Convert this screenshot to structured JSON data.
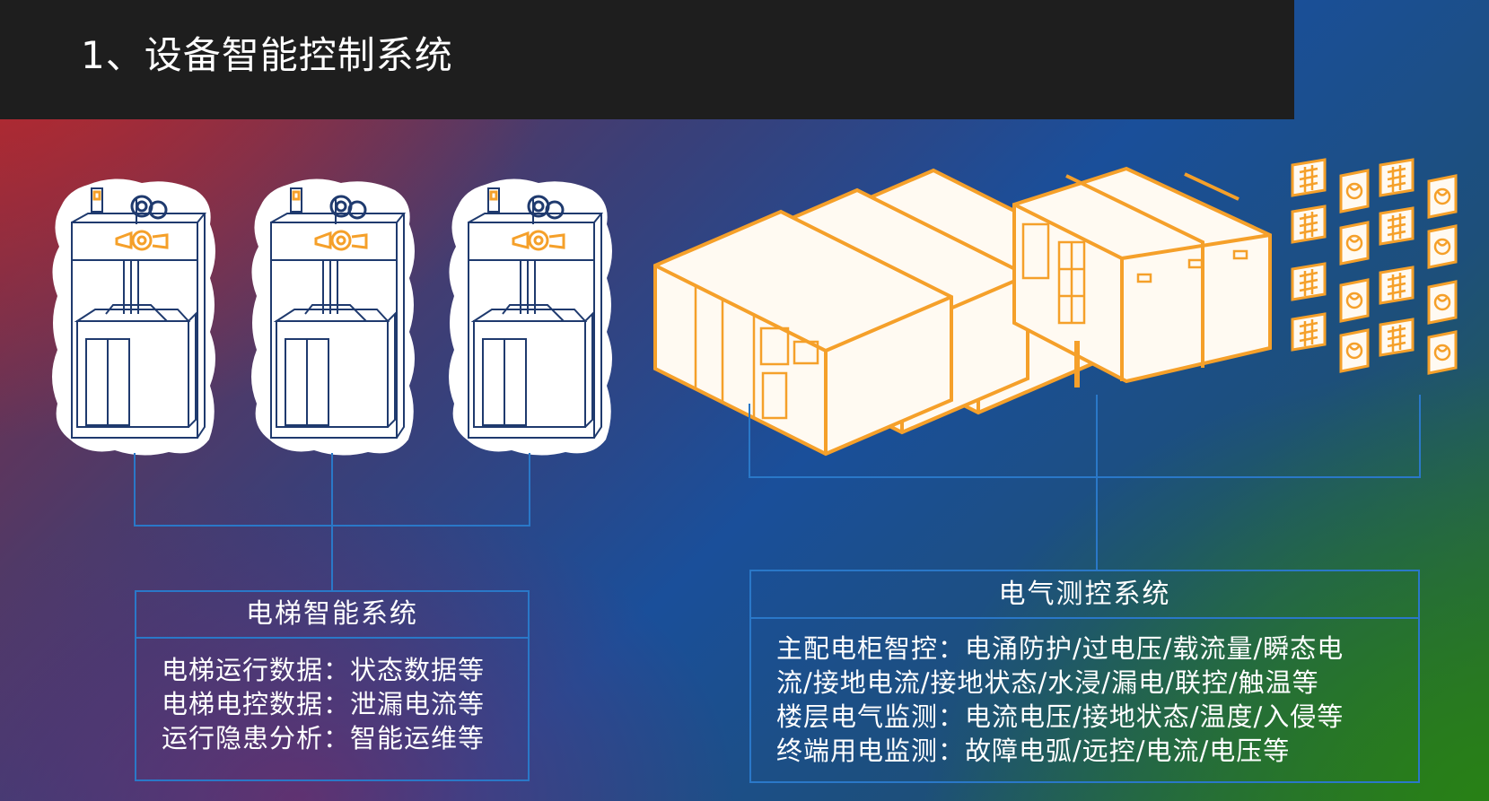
{
  "header": {
    "title": "1、设备智能控制系统"
  },
  "colors": {
    "accent_orange": "#f5a02a",
    "line_blue": "#2a78c8",
    "elevator_stroke": "#1f3a6e"
  },
  "icons": {
    "elevators": [
      "elevator-icon",
      "elevator-icon",
      "elevator-icon"
    ],
    "cabinets": [
      "power-cabinet-group-icon",
      "power-cabinet-group-icon"
    ],
    "panels": [
      "control-panel-grid-icon"
    ]
  },
  "elevator_system": {
    "title": "电梯智能系统",
    "lines": [
      "电梯运行数据：状态数据等",
      "电梯电控数据：泄漏电流等",
      "运行隐患分析：智能运维等"
    ]
  },
  "electrical_system": {
    "title": "电气测控系统",
    "lines": [
      "主配电柜智控：电涌防护/过电压/载流量/瞬态电",
      "流/接地电流/接地状态/水浸/漏电/联控/触温等",
      "楼层电气监测：电流电压/接地状态/温度/入侵等",
      "终端用电监测：故障电弧/远控/电流/电压等"
    ]
  }
}
